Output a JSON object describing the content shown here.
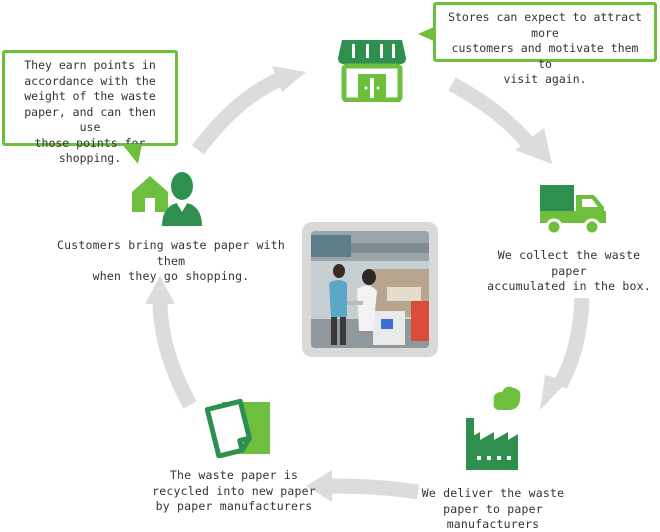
{
  "colors": {
    "accent": "#6fbf3e",
    "dark_green": "#2f8f4e",
    "arrow_gray": "#dcdcdc",
    "text": "#333333"
  },
  "steps": {
    "store": {
      "icon": "store-icon",
      "bubble": [
        "Stores can expect to attract more",
        "customers and motivate them to",
        "visit again."
      ]
    },
    "collect": {
      "icon": "truck-icon",
      "lines": [
        "We collect the waste paper",
        "accumulated in the box."
      ]
    },
    "deliver": {
      "icon": "factory-icon",
      "lines": [
        "We deliver the waste",
        "paper to paper",
        "manufacturers"
      ]
    },
    "recycle": {
      "icon": "paper-icon",
      "lines": [
        "The waste paper is",
        "recycled into new paper",
        "by paper manufacturers"
      ]
    },
    "customers": {
      "icon": "customer-home-icon",
      "lines": [
        "Customers bring waste paper with them",
        "when they go shopping."
      ],
      "bubble": [
        "They earn points in",
        "accordance with the",
        "weight of the waste",
        "paper, and can then use",
        "those points for shopping."
      ]
    }
  },
  "center_photo": {
    "icon": "waste-paper-collection-photo"
  }
}
